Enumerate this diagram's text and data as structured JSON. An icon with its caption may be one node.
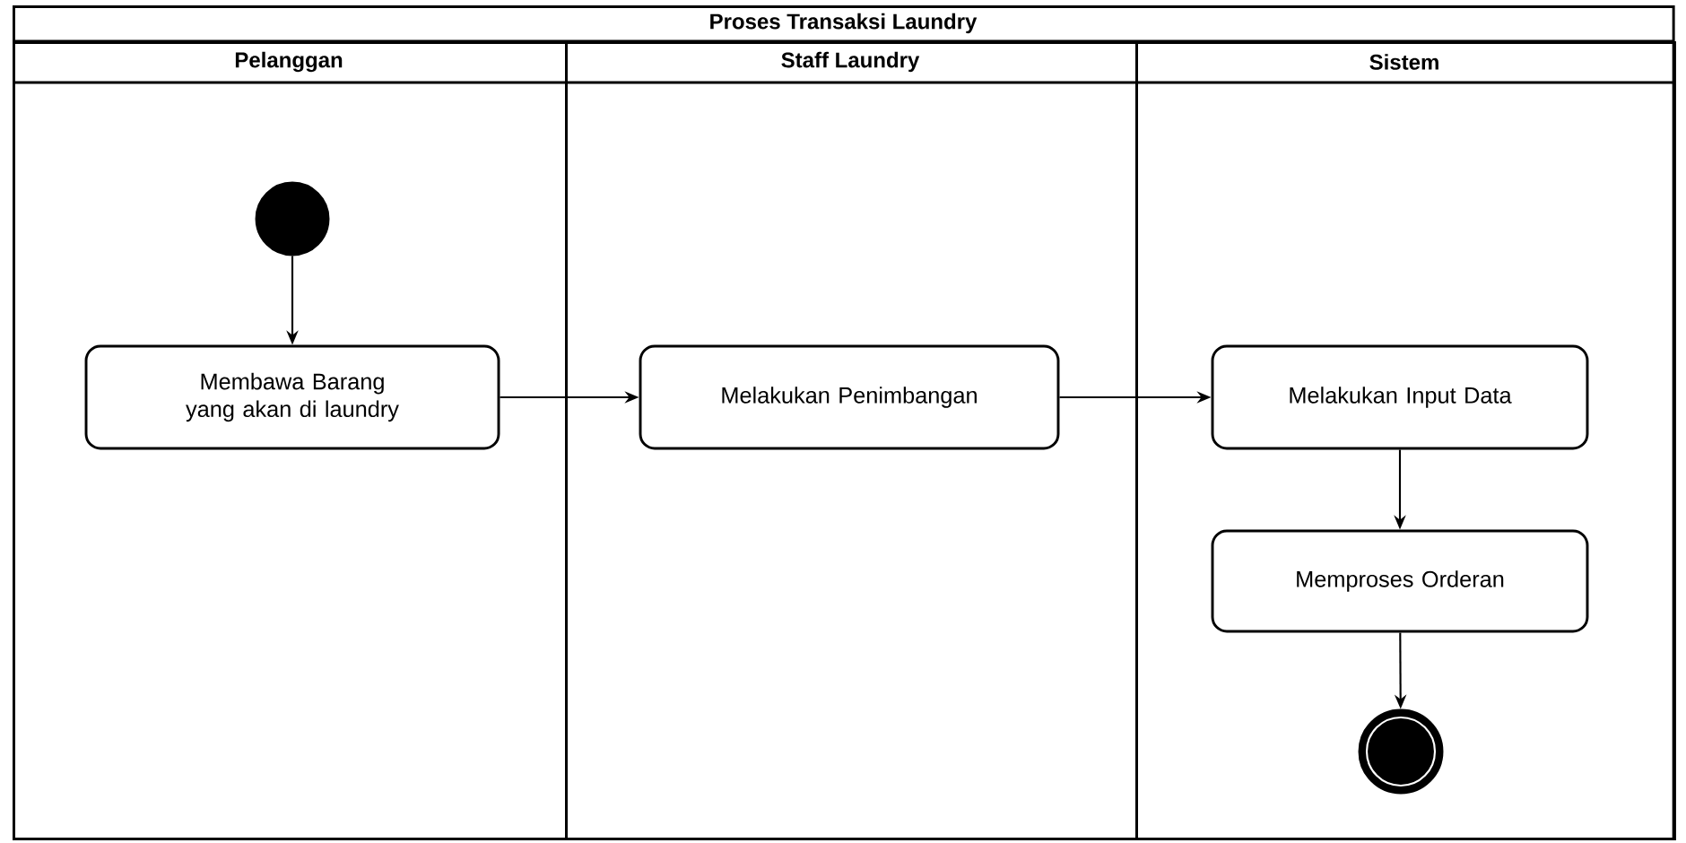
{
  "diagram": {
    "nodes": [
      {
        "text": [
          "Proses Transaksi Laundry"
        ]
      },
      {
        "text": [
          "Pelanggan"
        ],
        "in": 0
      },
      {
        "text": [
          "Staff Laundry"
        ],
        "in": 0
      },
      {
        "text": [
          "Sistem"
        ],
        "in": 0
      },
      {
        "text": [],
        "shape": "circle",
        "in": 1
      },
      {
        "text": [
          "Membawa Barang yang akan di laundry"
        ],
        "in": 1
      },
      {
        "text": [
          "Melakukan Penimbangan"
        ],
        "in": 2
      },
      {
        "text": [
          "Melakukan Input Data"
        ],
        "in": 3
      },
      {
        "text": [
          "Memproses Orderan"
        ],
        "in": 3
      },
      {
        "text": [],
        "shape": "bullseye",
        "in": 3
      }
    ],
    "edges": [
      {
        "from": 4,
        "to": 5,
        "arrow": "to"
      },
      {
        "from": 5,
        "to": 6,
        "arrow": "to"
      },
      {
        "from": 6,
        "to": 7,
        "arrow": "to"
      },
      {
        "from": 7,
        "to": 8,
        "arrow": "to"
      },
      {
        "from": 8,
        "to": 9,
        "arrow": "to"
      }
    ]
  }
}
